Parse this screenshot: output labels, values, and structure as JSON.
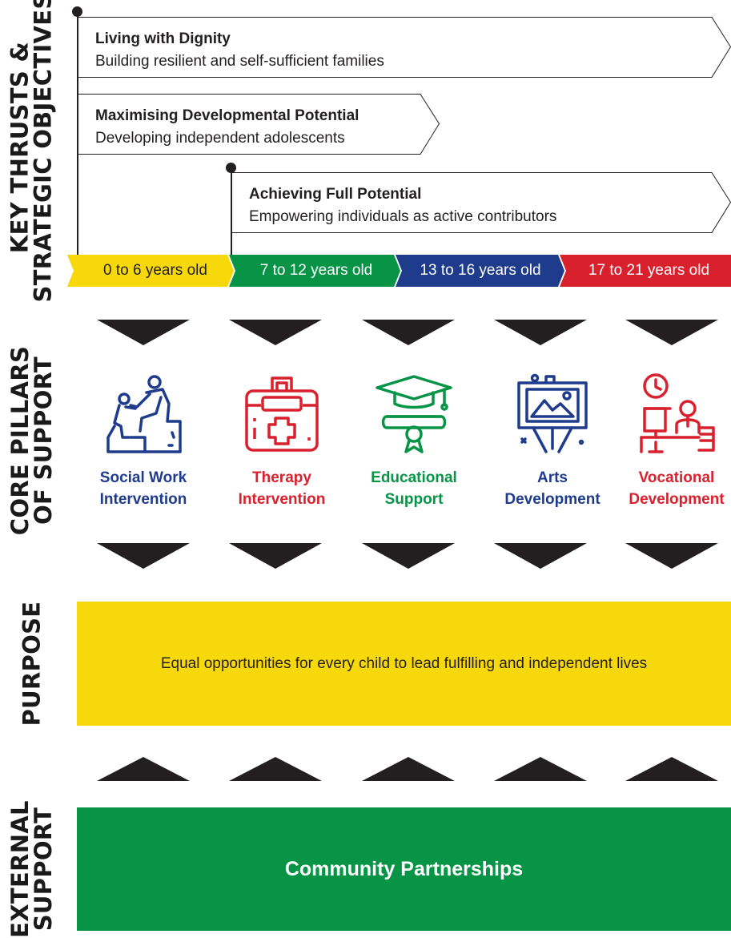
{
  "sections": {
    "key_thrusts_title": [
      "KEY THRUSTS &",
      "STRATEGIC OBJECTIVES"
    ],
    "core_pillars_title": [
      "CORE PILLARS",
      "OF SUPPORT"
    ],
    "purpose_title": [
      "PURPOSE"
    ],
    "external_title": [
      "EXTERNAL",
      "SUPPORT"
    ]
  },
  "thrusts": [
    {
      "title": "Living with Dignity",
      "subtitle": "Building resilient and self-sufficient families"
    },
    {
      "title": "Maximising Developmental Potential",
      "subtitle": "Developing independent adolescents"
    },
    {
      "title": "Achieving Full Potential",
      "subtitle": "Empowering individuals as active contributors"
    }
  ],
  "age_groups": [
    {
      "label": "0 to 6 years old",
      "color": "#f7d80a"
    },
    {
      "label": "7 to 12 years old",
      "color": "#079447"
    },
    {
      "label": "13 to 16 years old",
      "color": "#1f3c8c"
    },
    {
      "label": "17 to 21 years old",
      "color": "#d9212e"
    }
  ],
  "pillars": [
    {
      "line1": "Social Work",
      "line2": "Intervention",
      "color": "#1f3c8c",
      "icon": "climbing-help-icon"
    },
    {
      "line1": "Therapy",
      "line2": "Intervention",
      "color": "#d9212e",
      "icon": "first-aid-kit-icon"
    },
    {
      "line1": "Educational",
      "line2": "Support",
      "color": "#079447",
      "icon": "graduation-cap-diploma-icon"
    },
    {
      "line1": "Arts",
      "line2": "Development",
      "color": "#1f3c8c",
      "icon": "easel-painting-icon"
    },
    {
      "line1": "Vocational",
      "line2": "Development",
      "color": "#d9212e",
      "icon": "desk-worker-clock-icon"
    }
  ],
  "purpose": {
    "text": "Equal opportunities for every child to lead fulfilling and independent lives",
    "color": "#f7d80a"
  },
  "external": {
    "text": "Community Partnerships",
    "color": "#079447"
  }
}
